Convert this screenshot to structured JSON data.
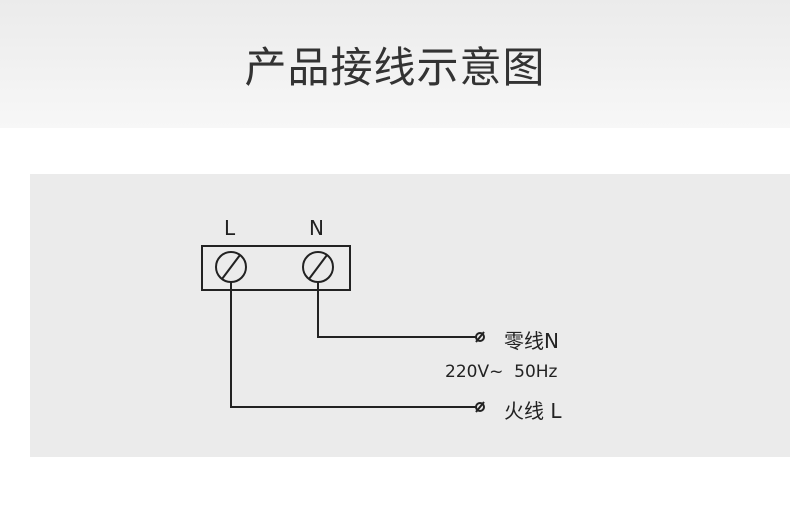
{
  "header": {
    "title": "产品接线示意图"
  },
  "diagram": {
    "terminal_labels": [
      "L",
      "N"
    ],
    "neutral_label": "零线N",
    "supply_label": "220V~  50Hz",
    "live_label": "火线 L",
    "line_color": "#222222"
  }
}
